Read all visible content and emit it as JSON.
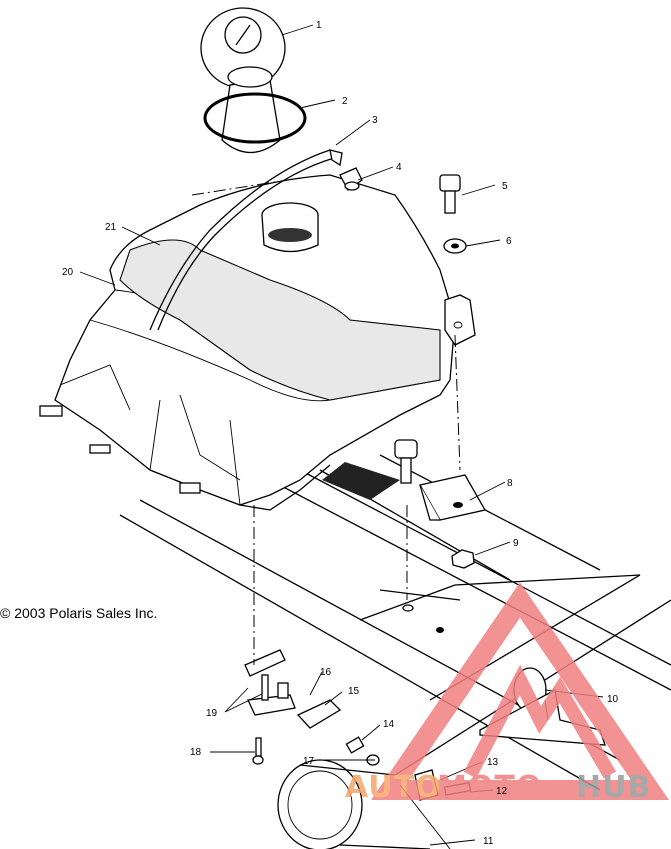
{
  "diagram": {
    "copyright": "© 2003 Polaris Sales Inc.",
    "callouts": [
      "1",
      "2",
      "3",
      "4",
      "5",
      "6",
      "8",
      "9",
      "10",
      "11",
      "12",
      "13",
      "14",
      "15",
      "16",
      "17",
      "18",
      "19",
      "20",
      "21"
    ]
  },
  "watermark": {
    "auto": "AUTO",
    "moto": "MOTO",
    "hub": "HUB",
    "color_red": "#f08080",
    "color_orange": "#f5a66a",
    "color_gray": "#9a9a9a"
  }
}
